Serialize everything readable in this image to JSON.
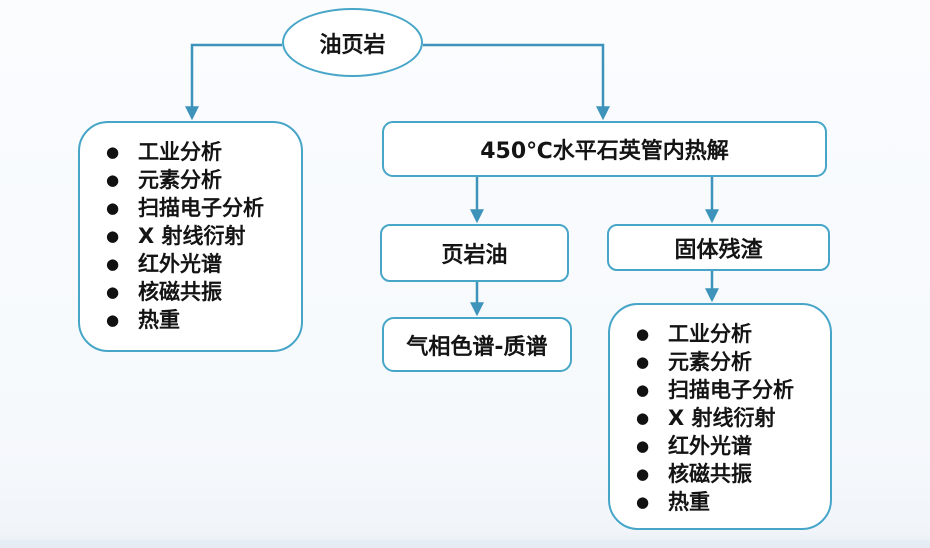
{
  "palette": {
    "node_border": "#47a6c8",
    "connector": "#3e93bb",
    "node_fill": "#ffffff",
    "text": "#141414",
    "background": "#f8fafc"
  },
  "nodes": {
    "oil_shale": {
      "label": "油页岩"
    },
    "pyrolysis": {
      "label": "450℃水平石英管内热解"
    },
    "shale_oil": {
      "label": "页岩油"
    },
    "solid_residue": {
      "label": "固体残渣"
    },
    "gc_ms": {
      "label": "气相色谱-质谱"
    },
    "oil_shale_analyses": {
      "items": [
        "工业分析",
        "元素分析",
        "扫描电子分析",
        "X 射线衍射",
        "红外光谱",
        "核磁共振",
        "热重"
      ]
    },
    "residue_analyses": {
      "items": [
        "工业分析",
        "元素分析",
        "扫描电子分析",
        "X 射线衍射",
        "红外光谱",
        "核磁共振",
        "热重"
      ]
    }
  }
}
